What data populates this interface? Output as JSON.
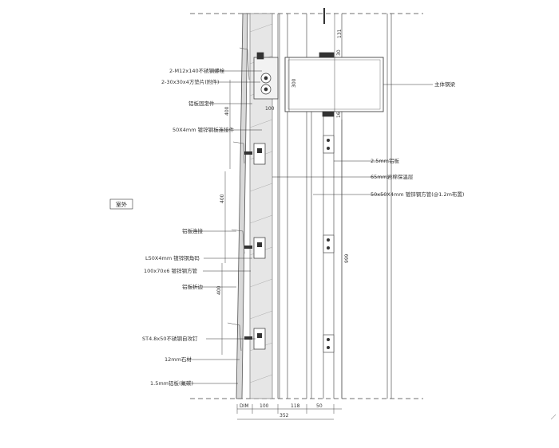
{
  "room_label": "室外",
  "callouts_left": [
    "2-M12x140不锈钢螺栓",
    "2-30x30x4方垫片(附件)",
    "铝板固定件",
    "50X4mm 镀锌钢板连接件",
    "铝板连接",
    "L50X4mm 镀锌钢角码",
    "100x70x6 镀锌钢方管",
    "铝板折边",
    "ST4.8x50不锈钢自攻钉",
    "12mm石材",
    "1.5mm铝板(氟碳)"
  ],
  "callouts_right": [
    "主体钢梁",
    "2.5mm铝板",
    "65mm岩棉保温层",
    "50x50X4mm 镀锌钢方管(@1.2m布置)"
  ],
  "dimensions_vertical": [
    "131",
    "30",
    "300",
    "400",
    "400",
    "400",
    "999",
    "16"
  ],
  "dimensions_horizontal": [
    "100",
    "DIM",
    "100",
    "118",
    "50",
    "352"
  ]
}
